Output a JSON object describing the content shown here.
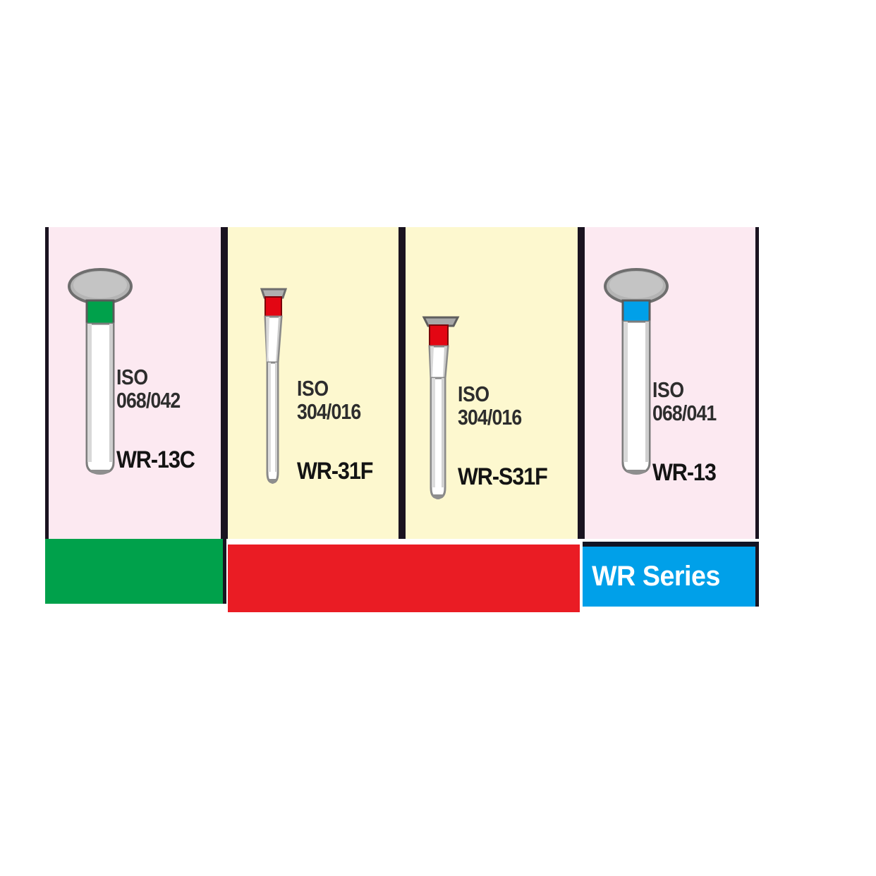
{
  "chart": {
    "title_text": "WR Series",
    "panels": [
      {
        "code": "WR-13C",
        "iso_label": "ISO",
        "iso_number": "068/042",
        "panel_bg": "#fce9f1",
        "band_color": "#00a14b",
        "band_name": "green",
        "head_shape": "wheel-oval",
        "head_color": "#b4b4b4"
      },
      {
        "code": "WR-31F",
        "iso_label": "ISO",
        "iso_number": "304/016",
        "panel_bg": "#fdf8cf",
        "band_color": "#e30613",
        "band_name": "red",
        "head_shape": "flat-end-taper",
        "head_color": "#9a9a9a"
      },
      {
        "code": "WR-S31F",
        "iso_label": "ISO",
        "iso_number": "304/016",
        "panel_bg": "#fdf8cf",
        "band_color": "#e30613",
        "band_name": "red",
        "head_shape": "flat-end-taper-short",
        "head_color": "#9a9a9a"
      },
      {
        "code": "WR-13",
        "iso_label": "ISO",
        "iso_number": "068/041",
        "panel_bg": "#fce9f1",
        "band_color": "#00a0e9",
        "band_name": "blue",
        "head_shape": "wheel-oval",
        "head_color": "#b4b4b4"
      }
    ],
    "bottom_bars": [
      {
        "name": "green-bar",
        "color": "#00a14b",
        "label": ""
      },
      {
        "name": "red-bar",
        "color": "#ea1c24",
        "label": ""
      },
      {
        "name": "blue-bar",
        "color": "#00a0e9",
        "label": "WR Series"
      }
    ],
    "colors": {
      "border": "#1a1320",
      "pink_panel": "#fce9f1",
      "cream_panel": "#fdf8cf",
      "green": "#00a14b",
      "red": "#ea1c24",
      "blue": "#00a0e9",
      "text": "#2d2d2d",
      "series_text": "#ffffff"
    }
  }
}
